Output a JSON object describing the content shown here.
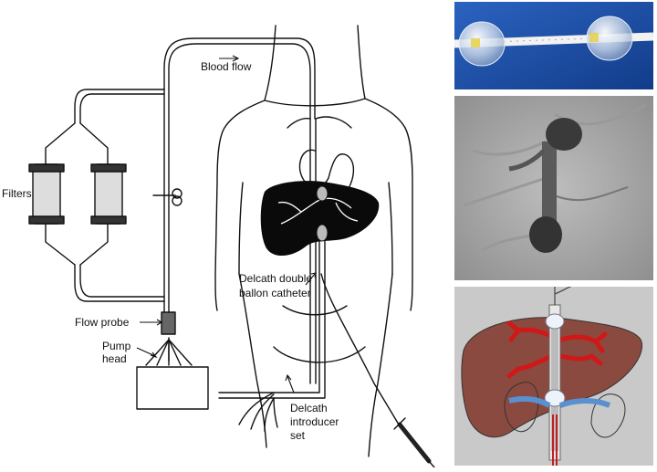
{
  "labels": {
    "blood_flow": "Blood flow",
    "filters": "Filters",
    "flow_probe": "Flow probe",
    "pump_head_line1": "Pump",
    "pump_head_line2": "head",
    "catheter_line1": "Delcath double",
    "catheter_line2": "ballon catheter",
    "introducer_line1": "Delcath",
    "introducer_line2": "introducer",
    "introducer_line3": "set"
  },
  "colors": {
    "line": "#111111",
    "liver_black": "#0a0a0a",
    "photo_blue": "#1d4fa8",
    "angio_gray": "#a9a9a9",
    "liver_brown": "#8a4a40",
    "vessel_red": "#d01818",
    "vessel_blue": "#5a8fd0"
  }
}
